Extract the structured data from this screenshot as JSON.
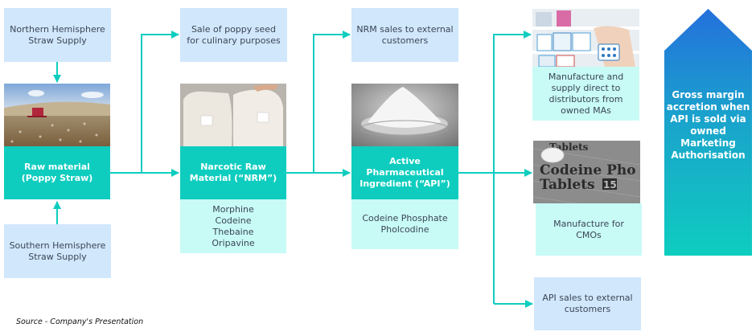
{
  "diagram": {
    "north_supply": "Northern Hemisphere Straw Supply",
    "south_supply": "Southern Hemisphere Straw Supply",
    "raw_material": {
      "title": "Raw material (Poppy Straw)",
      "image": "poppy-field-harvester-photo"
    },
    "poppy_seed": "Sale of poppy seed for culinary purposes",
    "nrm": {
      "title": "Narcotic Raw Material (“NRM”)",
      "image": "nrm-powder-bags-photo",
      "products": [
        "Morphine",
        "Codeine",
        "Thebaine",
        "Oripavine"
      ]
    },
    "nrm_sales": "NRM sales to external customers",
    "api": {
      "title": "Active Pharmaceutical Ingredient (“API”)",
      "image": "api-powder-dish-photo",
      "products": [
        "Codeine Phosphate",
        "Pholcodine"
      ]
    },
    "owned_ma": {
      "text": "Manufacture and supply direct to distributors from owned MAs",
      "image": "pharmacy-shelf-photo"
    },
    "cmo": {
      "text": "Manufacture for CMOs",
      "image": "codeine-tablets-photo"
    },
    "api_sales": "API sales to external customers",
    "margin_arrow": "Gross margin accretion when API is sold via owned Marketing Authorisation",
    "source": "Source - Company's Presentation"
  },
  "colors": {
    "teal": "#0ecdbf",
    "light_blue": "#d1e7fc",
    "light_cyan": "#c8faf6",
    "arrow_top": "#2470dc",
    "arrow_bottom": "#0ecdbf"
  }
}
